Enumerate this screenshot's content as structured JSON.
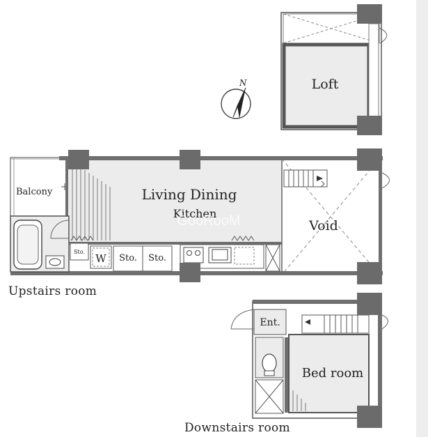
{
  "labels": {
    "loft": "Loft",
    "compass_n": "N",
    "living": "Living Dining",
    "kitchen": "Kitchen",
    "balcony": "Balcony",
    "void": "Void",
    "sto_small": "Sto.",
    "washer": "W",
    "sto1": "Sto.",
    "sto2": "Sto.",
    "entrance": "Ent.",
    "bedroom": "Bed room"
  },
  "captions": {
    "upstairs": "Upstairs room",
    "downstairs": "Downstairs room"
  },
  "watermark": "GooRooM",
  "colors": {
    "room_fill": "#ececec",
    "wall": "#6f6f6f",
    "pillar": "#6b6b6b",
    "line": "#4a4a4a"
  }
}
